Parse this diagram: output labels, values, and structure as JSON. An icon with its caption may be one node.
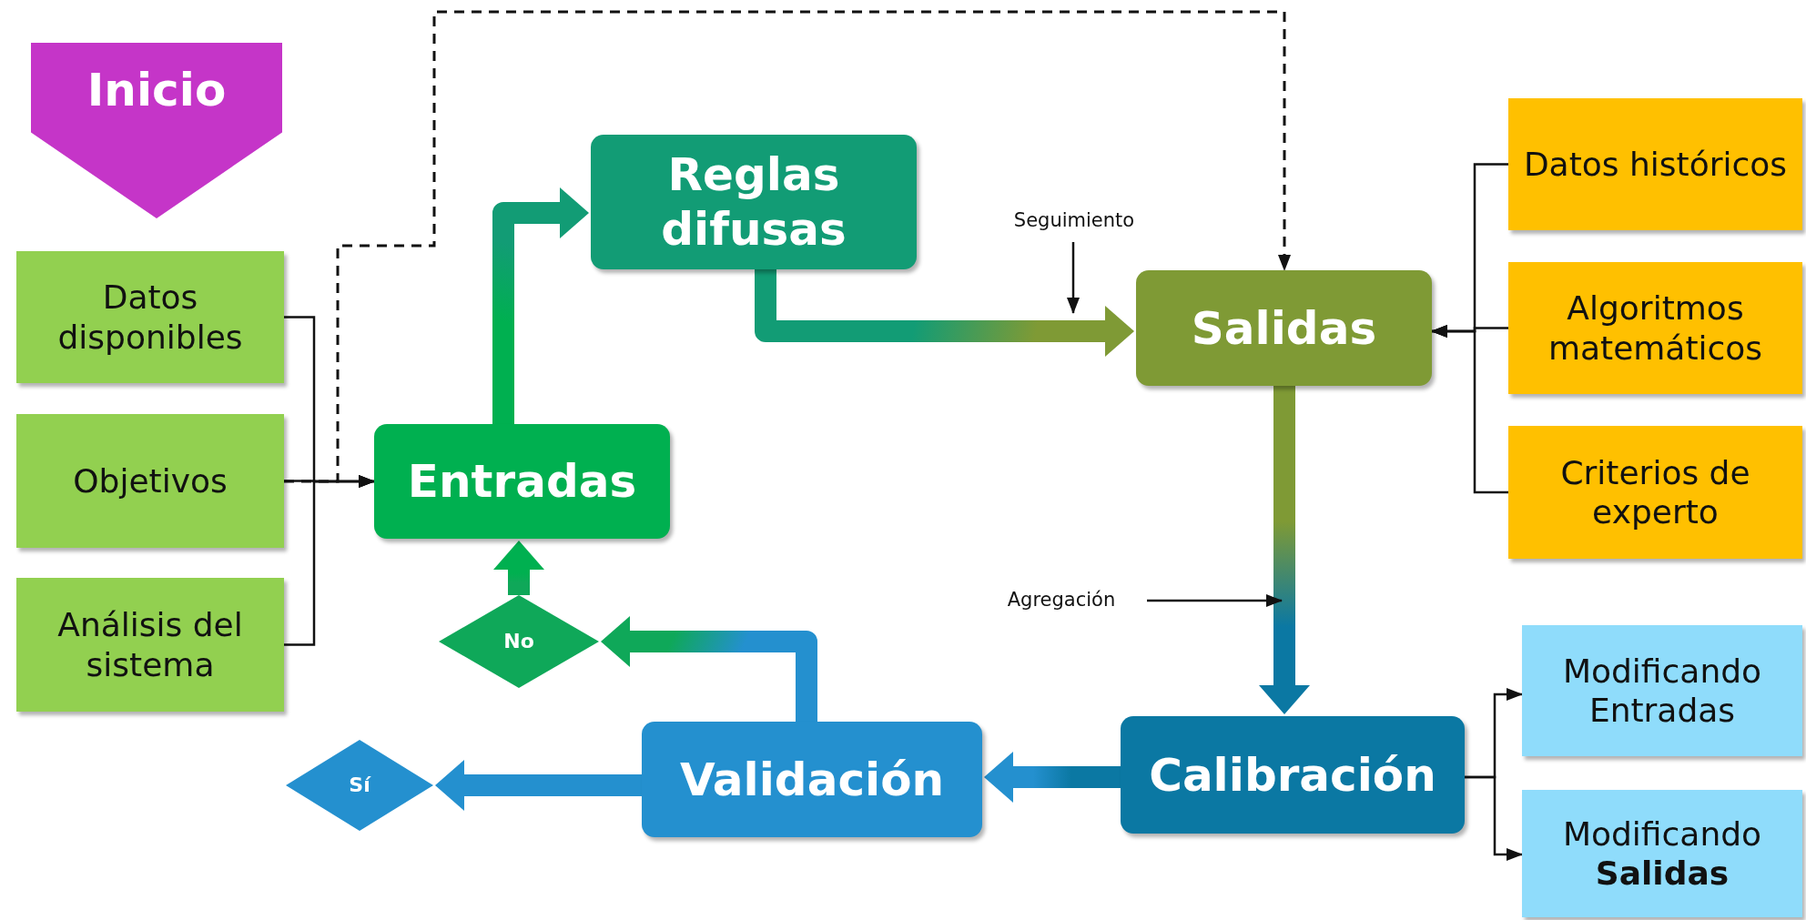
{
  "diagram": {
    "nodes": [
      {
        "text": [
          "Inicio"
        ]
      },
      {
        "text": [
          "Datos disponibles"
        ]
      },
      {
        "text": [
          "Objetivos"
        ]
      },
      {
        "text": [
          "Análisis del sistema"
        ]
      },
      {
        "text": [
          "Reglas difusas"
        ]
      },
      {
        "text": [
          "Seguimiento"
        ]
      },
      {
        "text": [
          "Salidas"
        ]
      },
      {
        "text": [
          "Datos históricos"
        ]
      },
      {
        "text": [
          "Algoritmos matemáticos"
        ]
      },
      {
        "text": [
          "Criterios de experto"
        ]
      },
      {
        "text": [
          "Entradas"
        ]
      },
      {
        "text": [
          "Agregación"
        ]
      },
      {
        "text": [
          "No"
        ]
      },
      {
        "text": [
          "Calibración"
        ]
      },
      {
        "text": [
          "Modificando Entradas"
        ]
      },
      {
        "text": [
          "Validación"
        ]
      },
      {
        "text": [
          "Sí"
        ]
      },
      {
        "text": [
          "Modificando **Salidas**"
        ]
      }
    ],
    "edges": [
      {
        "from": 1,
        "to": 10,
        "arrow": "to"
      },
      {
        "from": 2,
        "to": 10,
        "arrow": "to"
      },
      {
        "from": 3,
        "to": 10,
        "arrow": "to"
      },
      {
        "from": 2,
        "to": 6,
        "arrow": "to",
        "style": "dashed"
      },
      {
        "from": 10,
        "to": 4,
        "arrow": "to",
        "style": "thick",
        "color": "#00b050"
      },
      {
        "from": 4,
        "to": 6,
        "arrow": "to",
        "style": "thick",
        "color": "#129c75"
      },
      {
        "from": 7,
        "to": 6,
        "arrow": "to"
      },
      {
        "from": 8,
        "to": 6,
        "arrow": "to"
      },
      {
        "from": 9,
        "to": 6,
        "arrow": "to"
      },
      {
        "from": 5,
        "to": null,
        "arrow": "to"
      },
      {
        "from": 6,
        "to": 13,
        "arrow": "to",
        "style": "thick",
        "color": "#7f9a35"
      },
      {
        "from": 11,
        "to": null,
        "arrow": "to"
      },
      {
        "from": 13,
        "to": 15,
        "arrow": "to",
        "style": "thick",
        "color": "#0b78a3"
      },
      {
        "from": 15,
        "to": 12,
        "arrow": "to",
        "style": "thick",
        "color": "#2490cf"
      },
      {
        "from": 12,
        "to": 10,
        "arrow": "to",
        "style": "thick",
        "color": "#0fa859"
      },
      {
        "from": 15,
        "to": 16,
        "arrow": "to",
        "style": "thick",
        "color": "#2490cf"
      },
      {
        "from": 13,
        "to": 14,
        "arrow": "to"
      },
      {
        "from": 13,
        "to": 17,
        "arrow": "to"
      }
    ]
  }
}
